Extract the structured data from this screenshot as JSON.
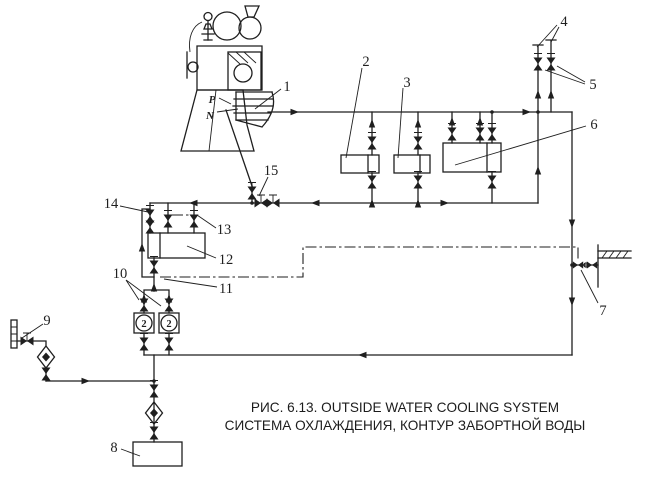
{
  "figure": {
    "caption": {
      "line1": "РИС. 6.13. OUTSIDE WATER COOLING SYSTEM",
      "line2": "СИСТЕМА ОХЛАЖДЕНИЯ, КОНТУР ЗАБОРТНОЙ ВОДЫ"
    },
    "callouts": {
      "c1": "1",
      "c2": "2",
      "c3": "3",
      "c4": "4",
      "c5": "5",
      "c6": "6",
      "c7": "7",
      "c8": "8",
      "c9": "9",
      "c10": "10",
      "c11": "11",
      "c12": "12",
      "c13": "13",
      "c14": "14",
      "c15": "15"
    },
    "engine_ports": {
      "p": "P",
      "n": "N"
    },
    "pump_markings": {
      "pump1": "2",
      "pump2": "2"
    },
    "colors": {
      "ink": "#1f1f1f",
      "background": "#ffffff"
    }
  }
}
